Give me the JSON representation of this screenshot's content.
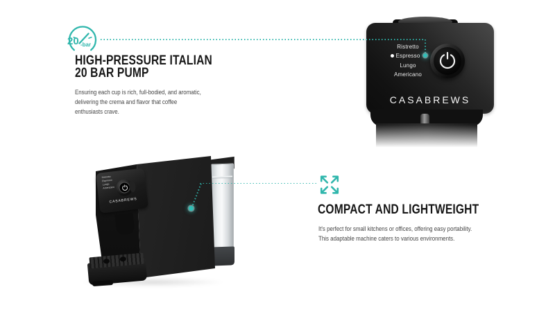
{
  "page": {
    "background": "#ffffff",
    "accent_color": "#2fb6ac"
  },
  "sections": {
    "pump": {
      "badge_value": "20",
      "badge_unit": "-bar",
      "heading_lines": [
        "HIGH-PRESSURE ITALIAN",
        "20 BAR PUMP"
      ],
      "body_lines": [
        "Ensuring each cup is rich, full-bodied, and aromatic,",
        "delivering the crema and flavor that coffee",
        "enthusiasts crave."
      ]
    },
    "compact": {
      "heading": "COMPACT AND LIGHTWEIGHT",
      "body_lines": [
        "It's perfect for small kitchens or offices, offering easy portability.",
        "This adaptable machine caters to various environments."
      ]
    }
  },
  "machine": {
    "brand": "CASABREWS",
    "drink_options": [
      "Ristretto",
      "Espresso",
      "Lungo",
      "Americano"
    ],
    "selected_drink": "Espresso"
  },
  "icons": {
    "gauge": "pressure-gauge-icon",
    "expand": "expand-arrows-icon",
    "power": "power-button-icon"
  }
}
